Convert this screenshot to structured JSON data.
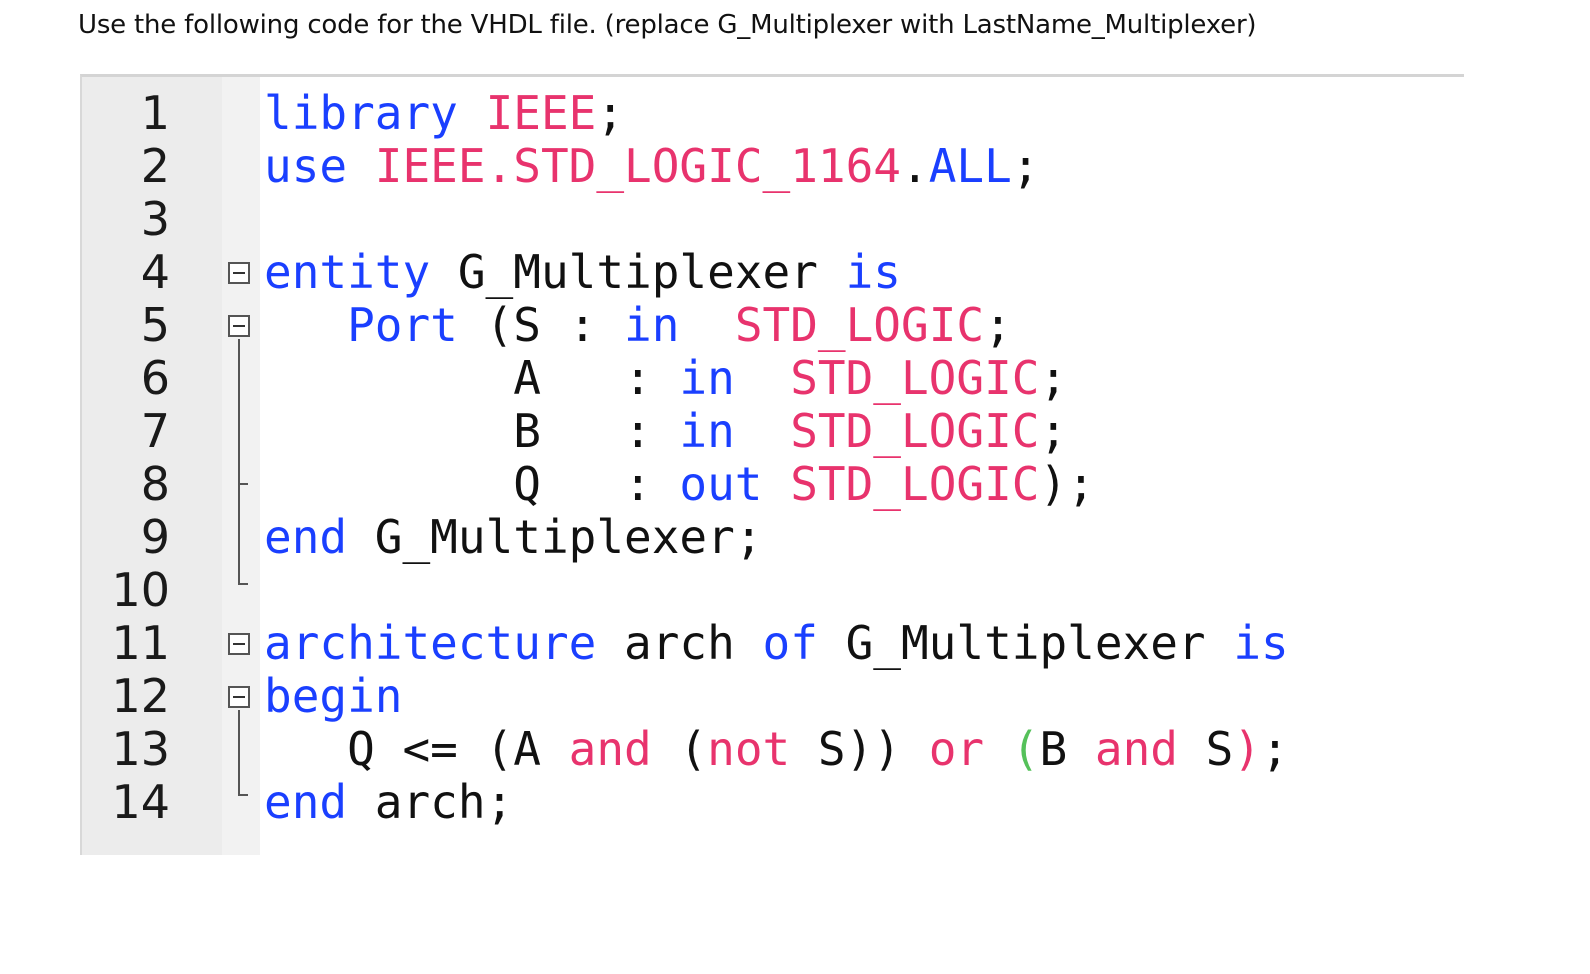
{
  "instruction": "Use the following code for the VHDL file. (replace G_Multiplexer with LastName_Multiplexer)",
  "editor": {
    "lines": [
      {
        "num": "1",
        "tokens": [
          {
            "t": "library",
            "c": "kw"
          },
          {
            "t": " ",
            "c": "plain"
          },
          {
            "t": "IEEE",
            "c": "typ"
          },
          {
            "t": ";",
            "c": "plain"
          }
        ]
      },
      {
        "num": "2",
        "tokens": [
          {
            "t": "use",
            "c": "kw"
          },
          {
            "t": " ",
            "c": "plain"
          },
          {
            "t": "IEEE.STD_LOGIC_1164",
            "c": "typ"
          },
          {
            "t": ".",
            "c": "plain"
          },
          {
            "t": "ALL",
            "c": "kw"
          },
          {
            "t": ";",
            "c": "plain"
          }
        ]
      },
      {
        "num": "3",
        "tokens": []
      },
      {
        "num": "4",
        "tokens": [
          {
            "t": "entity",
            "c": "kw"
          },
          {
            "t": " G_Multiplexer ",
            "c": "plain"
          },
          {
            "t": "is",
            "c": "kw"
          }
        ]
      },
      {
        "num": "5",
        "tokens": [
          {
            "t": "   ",
            "c": "plain"
          },
          {
            "t": "Port",
            "c": "kw"
          },
          {
            "t": " (S : ",
            "c": "plain"
          },
          {
            "t": "in",
            "c": "kw"
          },
          {
            "t": "  ",
            "c": "plain"
          },
          {
            "t": "STD_LOGIC",
            "c": "typ"
          },
          {
            "t": ";",
            "c": "plain"
          }
        ]
      },
      {
        "num": "6",
        "tokens": [
          {
            "t": "         A   : ",
            "c": "plain"
          },
          {
            "t": "in",
            "c": "kw"
          },
          {
            "t": "  ",
            "c": "plain"
          },
          {
            "t": "STD_LOGIC",
            "c": "typ"
          },
          {
            "t": ";",
            "c": "plain"
          }
        ]
      },
      {
        "num": "7",
        "tokens": [
          {
            "t": "         B   : ",
            "c": "plain"
          },
          {
            "t": "in",
            "c": "kw"
          },
          {
            "t": "  ",
            "c": "plain"
          },
          {
            "t": "STD_LOGIC",
            "c": "typ"
          },
          {
            "t": ";",
            "c": "plain"
          }
        ]
      },
      {
        "num": "8",
        "tokens": [
          {
            "t": "         Q   : ",
            "c": "plain"
          },
          {
            "t": "out",
            "c": "kw"
          },
          {
            "t": " ",
            "c": "plain"
          },
          {
            "t": "STD_LOGIC",
            "c": "typ"
          },
          {
            "t": ");",
            "c": "plain"
          }
        ]
      },
      {
        "num": "9",
        "tokens": [
          {
            "t": "end",
            "c": "kw"
          },
          {
            "t": " G_Multiplexer;",
            "c": "plain"
          }
        ]
      },
      {
        "num": "10",
        "tokens": []
      },
      {
        "num": "11",
        "tokens": [
          {
            "t": "architecture",
            "c": "kw"
          },
          {
            "t": " arch ",
            "c": "plain"
          },
          {
            "t": "of",
            "c": "kw"
          },
          {
            "t": " G_Multiplexer ",
            "c": "plain"
          },
          {
            "t": "is",
            "c": "kw"
          }
        ]
      },
      {
        "num": "12",
        "tokens": [
          {
            "t": "begin",
            "c": "kw"
          }
        ]
      },
      {
        "num": "13",
        "tokens": [
          {
            "t": "   Q <= (A ",
            "c": "plain"
          },
          {
            "t": "and",
            "c": "op"
          },
          {
            "t": " (",
            "c": "plain"
          },
          {
            "t": "not",
            "c": "op"
          },
          {
            "t": " S)) ",
            "c": "plain"
          },
          {
            "t": "or",
            "c": "op"
          },
          {
            "t": " ",
            "c": "plain"
          },
          {
            "t": "(",
            "c": "paren-green"
          },
          {
            "t": "B ",
            "c": "plain"
          },
          {
            "t": "and",
            "c": "op"
          },
          {
            "t": " S",
            "c": "plain"
          },
          {
            "t": ")",
            "c": "paren-red"
          },
          {
            "t": ";",
            "c": "plain"
          }
        ]
      },
      {
        "num": "14",
        "tokens": [
          {
            "t": "end",
            "c": "kw"
          },
          {
            "t": " arch;",
            "c": "plain"
          }
        ]
      }
    ]
  }
}
